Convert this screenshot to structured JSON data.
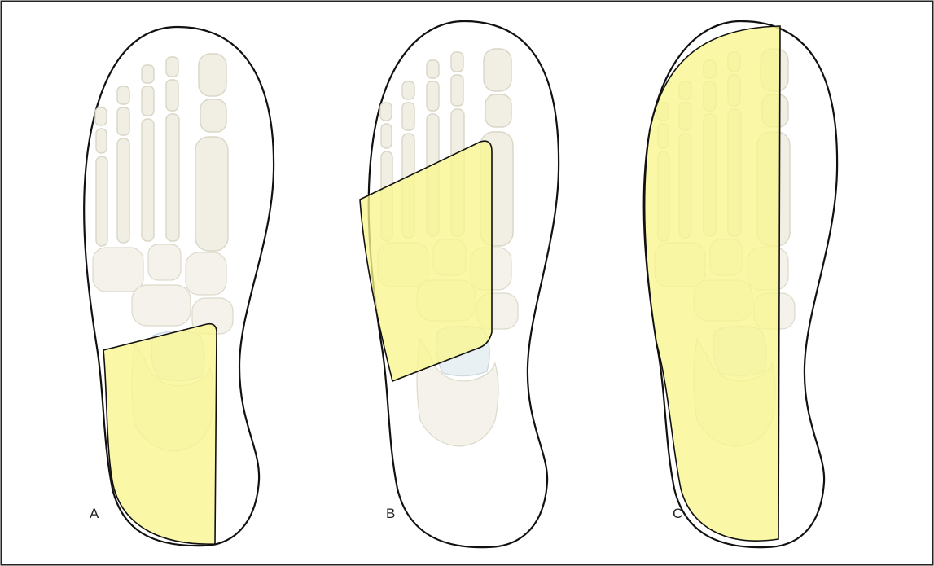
{
  "figure": {
    "panels": [
      {
        "id": "A",
        "label": "A",
        "highlight_color": "#f8f68e"
      },
      {
        "id": "B",
        "label": "B",
        "highlight_color": "#f8f68e"
      },
      {
        "id": "C",
        "label": "C",
        "highlight_color": "#f8f68e"
      }
    ],
    "colors": {
      "highlight": "#f8f68e",
      "bone": "#f1efe4",
      "talus": "#e9f0f4",
      "outline": "#111111",
      "frame": "#222222"
    }
  }
}
